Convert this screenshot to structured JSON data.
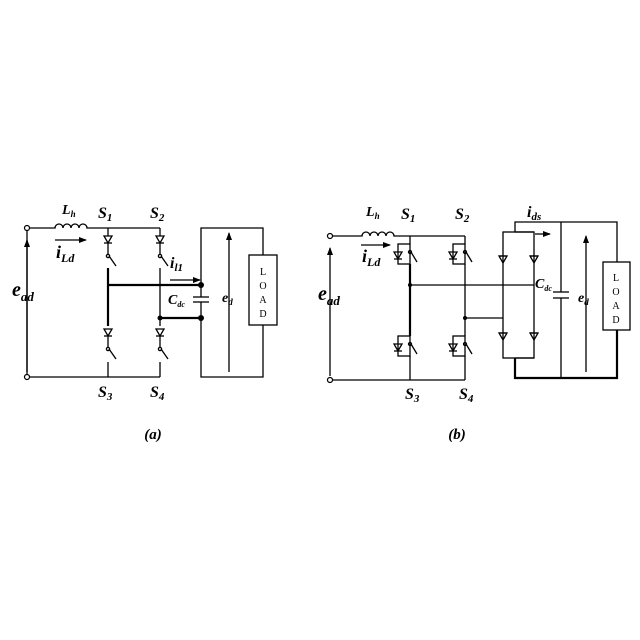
{
  "figure_a": {
    "caption": "(a)",
    "inductor": {
      "main": "L",
      "sub": "h"
    },
    "current_in": {
      "main": "i",
      "sub": "Ld"
    },
    "source": {
      "main": "e",
      "sub": "ad"
    },
    "switches": [
      {
        "main": "S",
        "sub": "1"
      },
      {
        "main": "S",
        "sub": "2"
      },
      {
        "main": "S",
        "sub": "3"
      },
      {
        "main": "S",
        "sub": "4"
      }
    ],
    "current_out": {
      "main": "i",
      "sub": "l1"
    },
    "capacitor": {
      "main": "C",
      "sub": "dc"
    },
    "dc_voltage": {
      "main": "e",
      "sub": "d"
    },
    "load": [
      "L",
      "O",
      "A",
      "D"
    ]
  },
  "figure_b": {
    "caption": "(b)",
    "inductor": {
      "main": "L",
      "sub": "h"
    },
    "current_in": {
      "main": "i",
      "sub": "Ld"
    },
    "source": {
      "main": "e",
      "sub": "ad"
    },
    "switches": [
      {
        "main": "S",
        "sub": "1"
      },
      {
        "main": "S",
        "sub": "2"
      },
      {
        "main": "S",
        "sub": "3"
      },
      {
        "main": "S",
        "sub": "4"
      }
    ],
    "current_out": {
      "main": "i",
      "sub": "ds"
    },
    "capacitor": {
      "main": "C",
      "sub": "dc"
    },
    "dc_voltage": {
      "main": "e",
      "sub": "d"
    },
    "load": [
      "L",
      "O",
      "A",
      "D"
    ]
  }
}
